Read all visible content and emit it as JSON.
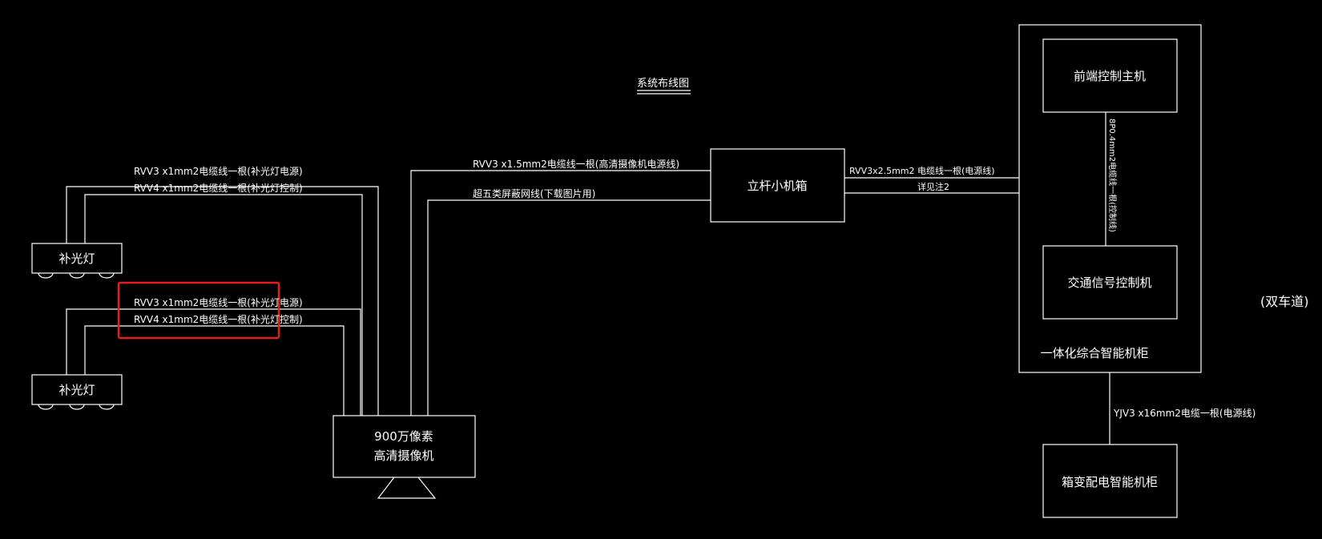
{
  "title": "系统布线图",
  "colors": {
    "background": "#000000",
    "line": "#ffffff",
    "highlight": "#e0201d"
  },
  "labels": {
    "light_top_rvv3": "RVV3 x1mm2电缆线一根(补光灯电源)",
    "light_top_rvv4": "RVV4 x1mm2电缆线一根(补光灯控制)",
    "light_bottom_rvv3": "RVV3 x1mm2电缆线一根(补光灯电源)",
    "light_bottom_rvv4": "RVV4 x1mm2电缆线一根(补光灯控制)",
    "camera_power": "RVV3 x1.5mm2电缆线一根(高清摄像机电源线)",
    "camera_network": "超五类屏蔽网线(下载图片用)",
    "box_power": "RVV3x2.5mm2 电缆线一根(电源线)",
    "box_note": "详见注2",
    "vertical_cable": "8P0.4mm2电缆线一根(控制线)",
    "main_power": "YJV3 x16mm2电缆一根(电源线)",
    "double_lane": "(双车道)"
  },
  "nodes": {
    "fill_light_top": "补光灯",
    "fill_light_bottom": "补光灯",
    "camera_line1": "900万像素",
    "camera_line2": "高清摄像机",
    "pole_box": "立杆小机箱",
    "front_controller": "前端控制主机",
    "signal_controller": "交通信号控制机",
    "cabinet": "一体化综合智能机柜",
    "substation": "箱变配电智能机柜"
  }
}
